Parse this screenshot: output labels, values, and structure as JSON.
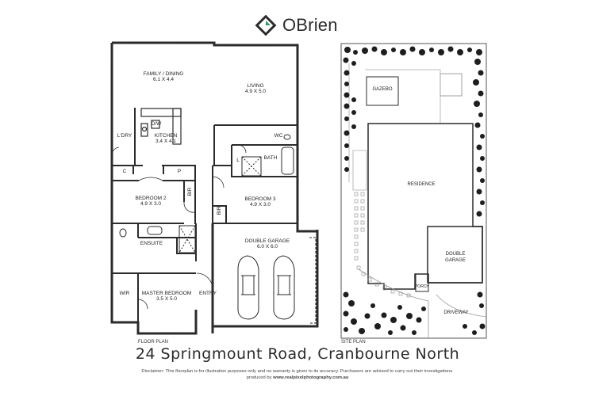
{
  "brand": {
    "name": "OBrien",
    "logo_icon": "diamond-leaf-logo-icon",
    "accent_color": "#2f9a6b"
  },
  "floor_plan": {
    "caption": "FLOOR PLAN",
    "rooms": {
      "family_dining": {
        "name": "FAMILY / DINING",
        "size": "6.1 X 4.4"
      },
      "living": {
        "name": "LIVING",
        "size": "4.9 X 5.0"
      },
      "kitchen": {
        "name": "KITCHEN",
        "size": "3.4 X 4.1"
      },
      "dw": "D/W",
      "laundry": "L'DRY",
      "wc": "WC",
      "bath": "BATH",
      "linen": "L",
      "closet_c": "C",
      "pantry_p": "P",
      "bedroom2": {
        "name": "BEDROOM 2",
        "size": "4.9 X 3.0"
      },
      "bedroom3": {
        "name": "BEDROOM 3",
        "size": "4.9 X 3.0"
      },
      "bir_left": "BIR",
      "bir_right": "BIR",
      "ensuite": "ENSUITE",
      "double_garage": {
        "name": "DOUBLE GARAGE",
        "size": "6.0 X 6.0"
      },
      "wir": "WIR",
      "master_bedroom": {
        "name": "MASTER BEDROOM",
        "size": "3.5 X 5.0"
      },
      "entry": "ENTRY"
    }
  },
  "site_plan": {
    "caption": "SITE PLAN",
    "labels": {
      "gazebo": "GAZEBO",
      "residence": "RESIDENCE",
      "double_garage_line1": "DOUBLE",
      "double_garage_line2": "GARAGE",
      "porch": "PORCH",
      "driveway": "DRIVEWAY"
    }
  },
  "address": "24 Springmount Road, Cranbourne North",
  "disclaimer": "Disclaimer: This floorplan is for illustration purposes only and no warranty is given to its accuracy. Purchasers are advised to carry out their investigations.",
  "producer_prefix": "produced by",
  "producer_site": "www.realpixelphotography.com.au"
}
